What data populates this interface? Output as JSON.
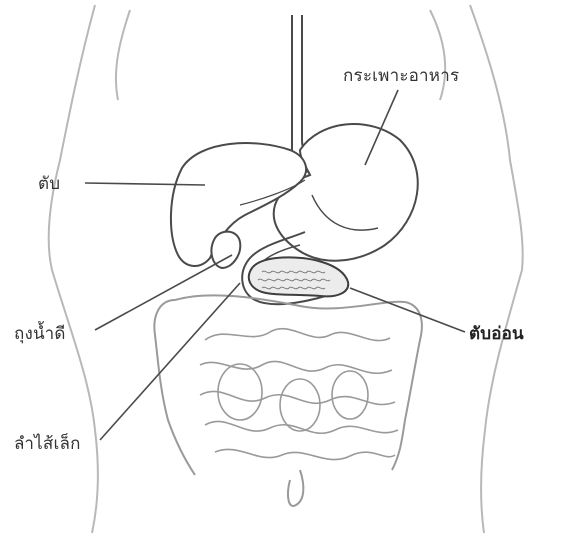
{
  "diagram": {
    "labels": {
      "stomach": "กระเพาะอาหาร",
      "liver": "ตับ",
      "gallbladder": "ถุงน้ำดี",
      "pancreas": "ตับอ่อน",
      "small_intestine": "ลำไส้เล็ก"
    },
    "highlighted": "pancreas",
    "colors": {
      "outline": "#4a4a4a",
      "body_outline": "#b5b5b5",
      "intestine": "#9a9a9a",
      "label_text": "#333333",
      "background": "#ffffff"
    }
  }
}
